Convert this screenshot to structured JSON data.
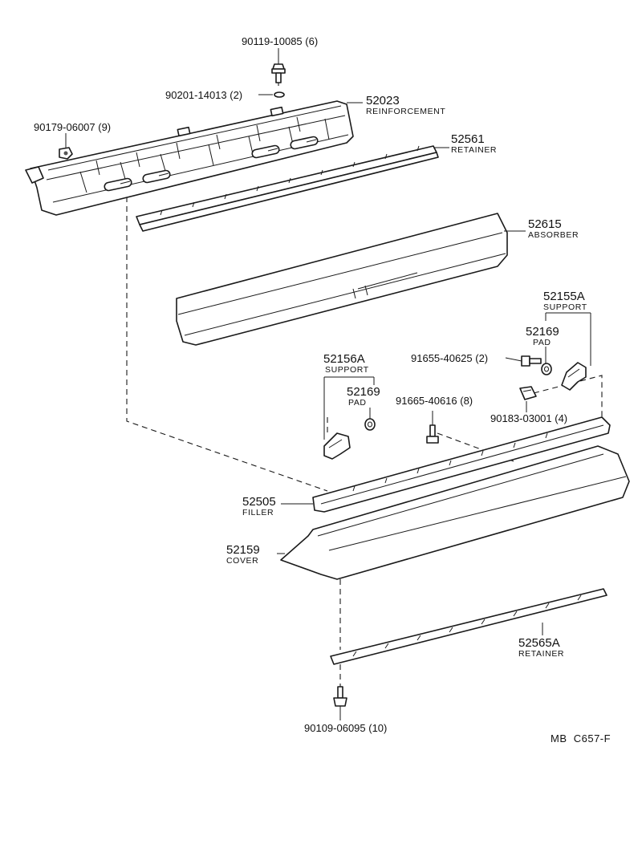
{
  "parts": {
    "bolt_top": {
      "number": "90119-10085 (6)"
    },
    "washer_top": {
      "number": "90201-14013 (2)"
    },
    "reinforcement": {
      "number": "52023",
      "name": "REINFORCEMENT"
    },
    "nut_left": {
      "number": "90179-06007 (9)"
    },
    "retainer_upper": {
      "number": "52561",
      "name": "RETAINER"
    },
    "absorber": {
      "number": "52615",
      "name": "ABSORBER"
    },
    "support_right": {
      "number": "52155A",
      "name": "SUPPORT"
    },
    "pad_right": {
      "number": "52169",
      "name": "PAD"
    },
    "bolt_right": {
      "number": "91655-40625 (2)"
    },
    "support_left": {
      "number": "52156A",
      "name": "SUPPORT"
    },
    "pad_left": {
      "number": "52169",
      "name": "PAD"
    },
    "bolt_mid": {
      "number": "91665-40616 (8)"
    },
    "clip_right": {
      "number": "90183-03001 (4)"
    },
    "filler": {
      "number": "52505",
      "name": "FILLER"
    },
    "cover": {
      "number": "52159",
      "name": "COVER"
    },
    "retainer_lower": {
      "number": "52565A",
      "name": "RETAINER"
    },
    "bolt_bottom": {
      "number": "90109-06095 (10)"
    }
  },
  "footer": {
    "ref_code": "MB  C657-F"
  }
}
